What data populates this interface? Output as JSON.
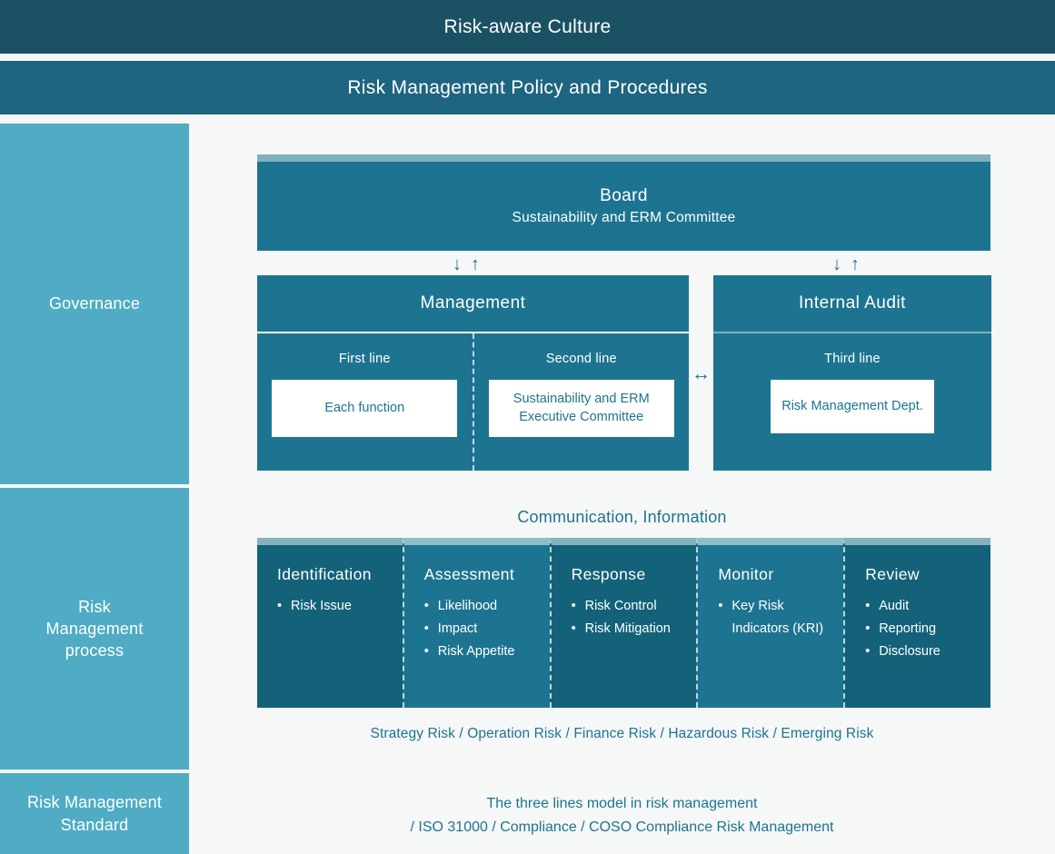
{
  "banners": {
    "culture": "Risk-aware Culture",
    "policy": "Risk Management Policy and Procedures"
  },
  "governance": {
    "rail_label": "Governance",
    "board": {
      "title": "Board",
      "subtitle": "Sustainability and ERM Committee"
    },
    "arrow_down": "↓",
    "arrow_up": "↑",
    "arrow_bidirectional": "↔",
    "management": {
      "title": "Management",
      "lanes": [
        {
          "title": "First line",
          "card": "Each function"
        },
        {
          "title": "Second line",
          "card": "Sustainability and ERM\nExecutive Committee"
        }
      ]
    },
    "internal_audit": {
      "title": "Internal Audit",
      "lanes": [
        {
          "title": "Third line",
          "card": "Risk Management Dept."
        }
      ]
    }
  },
  "process": {
    "rail_label": "Risk\nManagement\nprocess",
    "communication_label": "Communication, Information",
    "columns": [
      {
        "title": "Identification",
        "items": [
          "Risk Issue"
        ],
        "shade": "dark"
      },
      {
        "title": "Assessment",
        "items": [
          "Likelihood",
          "Impact",
          "Risk Appetite"
        ],
        "shade": "light"
      },
      {
        "title": "Response",
        "items": [
          "Risk Control",
          "Risk Mitigation"
        ],
        "shade": "dark"
      },
      {
        "title": "Monitor",
        "items": [
          "Key Risk Indicators (KRI)"
        ],
        "shade": "light"
      },
      {
        "title": "Review",
        "items": [
          "Audit",
          "Reporting",
          "Disclosure"
        ],
        "shade": "dark"
      }
    ],
    "risk_types": "Strategy Risk / Operation Risk / Finance Risk / Hazardous Risk / Emerging Risk"
  },
  "standard": {
    "rail_label": "Risk Management\nStandard",
    "line1": "The three lines model in risk management",
    "line2": "/ ISO 31000 / Compliance / COSO Compliance Risk Management"
  },
  "colors": {
    "dark_teal": "#1a5264",
    "mid_teal": "#1d6580",
    "box_teal": "#1d7491",
    "box_teal_dark": "#13627a",
    "rail_blue": "#4facc4",
    "light_strip": "#7eb0bf",
    "page_bg": "#f6f7f7"
  }
}
